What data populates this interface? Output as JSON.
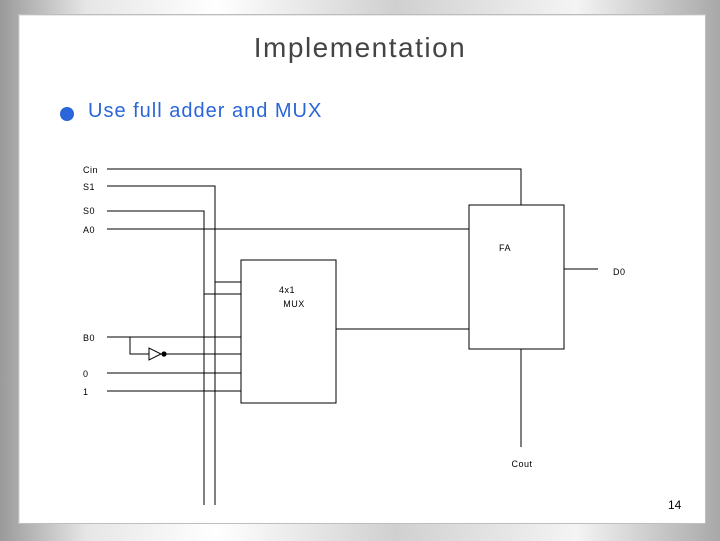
{
  "title": "Implementation",
  "bullet": "Use full adder and MUX",
  "slide_number": "14",
  "diagram": {
    "inputs": {
      "cin": "Cin",
      "s1": "S1",
      "s0": "S0",
      "a0": "A0",
      "b0": "B0",
      "zero": "0",
      "one": "1"
    },
    "mux": {
      "line1": "4x1",
      "line2": "MUX"
    },
    "fa": {
      "label": "FA"
    },
    "outputs": {
      "d0": "D0",
      "cout": "Cout"
    }
  },
  "colors": {
    "bullet": "#2a66d9",
    "title": "#444444"
  }
}
